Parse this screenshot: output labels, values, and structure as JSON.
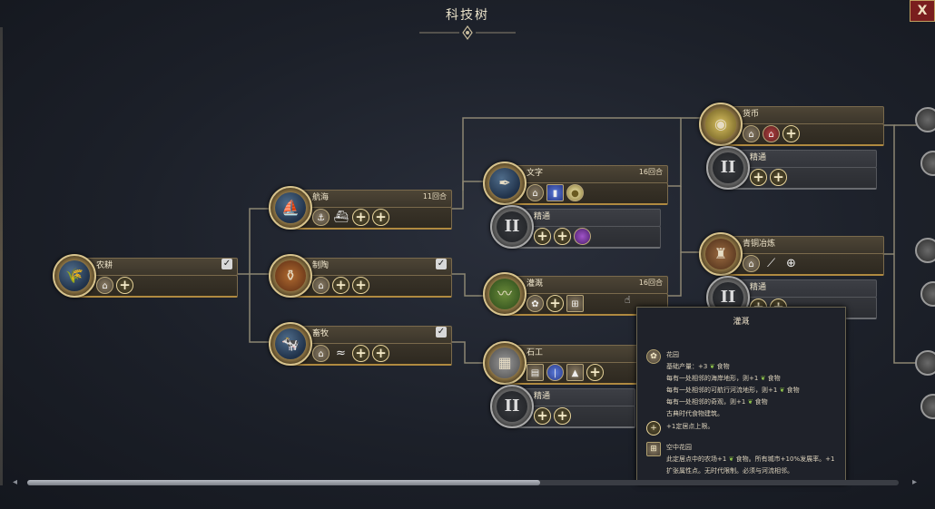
{
  "window": {
    "title": "科技树",
    "close_label": "X"
  },
  "nodes": {
    "agriculture": {
      "name": "农耕",
      "status": "researched"
    },
    "sailing": {
      "name": "航海",
      "turns": "11回合"
    },
    "pottery": {
      "name": "制陶",
      "status": "researched"
    },
    "husbandry": {
      "name": "畜牧",
      "status": "researched"
    },
    "writing": {
      "name": "文字",
      "turns": "16回合"
    },
    "writing_mastery": {
      "name": "精通",
      "numeral": "II"
    },
    "irrigation": {
      "name": "灌溉",
      "turns": "16回合"
    },
    "masonry": {
      "name": "石工"
    },
    "masonry_mastery": {
      "name": "精通",
      "numeral": "II"
    },
    "currency": {
      "name": "货币"
    },
    "currency_mastery": {
      "name": "精通",
      "numeral": "II"
    },
    "bronze": {
      "name": "青铜冶炼"
    },
    "bronze_mastery": {
      "name": "精通",
      "numeral": "II"
    }
  },
  "icons": {
    "researched": "checkmark-icon",
    "plus": "+",
    "mastery_numeral": "II"
  },
  "tooltip": {
    "title": "灌溉",
    "item1_name": "花园",
    "item1_line1": "基础产量：+3",
    "item1_line1_unit": "食物",
    "item1_line2": "每有一处相邻的海岸地形，则+1",
    "item1_line2_unit": "食物",
    "item1_line3": "每有一处相邻的可航行河流地形，则+1",
    "item1_line3_unit": "食物",
    "item1_line4": "每有一处相邻的奇观，则+1",
    "item1_line4_unit": "食物",
    "item1_line5": "古典时代食物建筑。",
    "item2_text": "+1定居点上限。",
    "item3_name": "空中花园",
    "item3_line1a": "此定居点中的农场+1",
    "item3_line1b": "食物。所有城市+10%发展率。+1",
    "item3_line2": "扩张属性点。无时代限制。必须与河流相邻。"
  },
  "colors": {
    "accent": "#b08a40",
    "leaf": "#8cc04a",
    "close": "#7a1e1e"
  }
}
